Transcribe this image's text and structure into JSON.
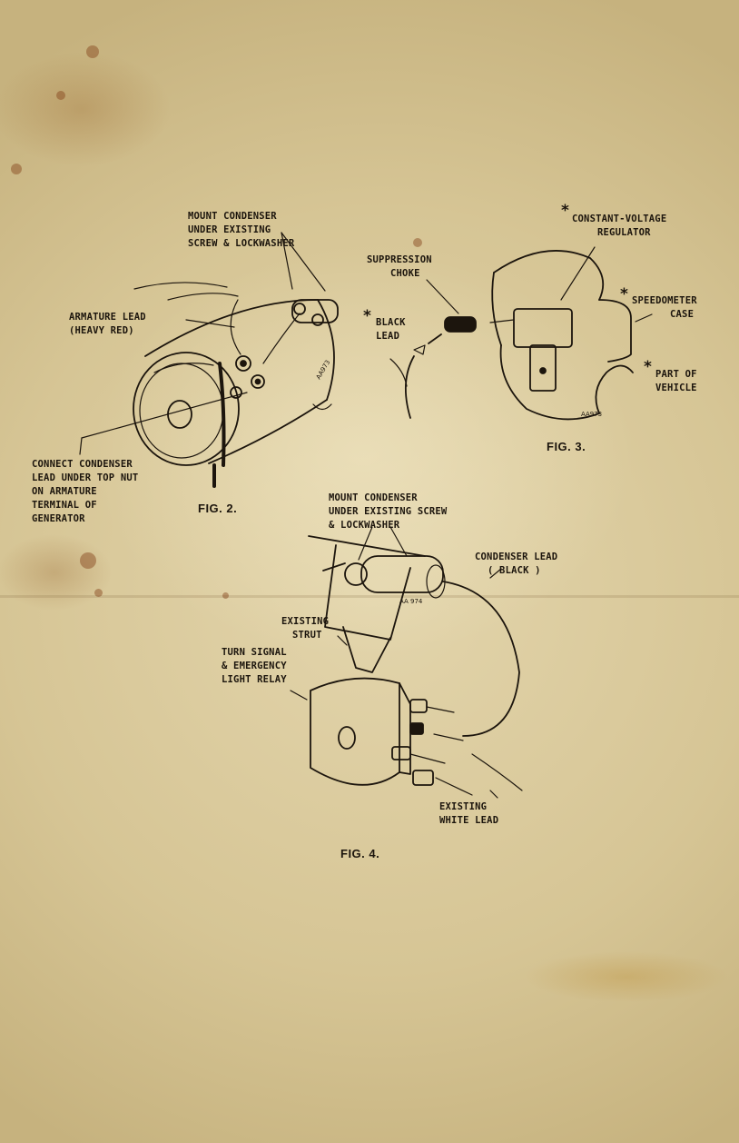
{
  "figures": [
    {
      "id": "fig2",
      "caption": "FIG. 2.",
      "labels": {
        "mount_condenser": [
          "MOUNT CONDENSER",
          "UNDER EXISTING",
          "SCREW & LOCKWASHER"
        ],
        "armature_lead": [
          "ARMATURE LEAD",
          "(HEAVY RED)"
        ],
        "connect_condenser": [
          "CONNECT CONDENSER",
          "LEAD UNDER TOP NUT",
          "ON ARMATURE",
          "TERMINAL OF",
          "GENERATOR"
        ]
      },
      "part_number": "AA973"
    },
    {
      "id": "fig3",
      "caption": "FIG. 3.",
      "labels": {
        "suppression_choke": [
          "SUPPRESSION",
          "CHOKE"
        ],
        "black_lead": [
          "BLACK",
          "LEAD"
        ],
        "constant_voltage_regulator": [
          "CONSTANT-VOLTAGE",
          "REGULATOR"
        ],
        "speedometer_case": [
          "SPEEDOMETER",
          "CASE"
        ],
        "part_of_vehicle": [
          "PART OF",
          "VEHICLE"
        ]
      },
      "asterisk": "*",
      "part_number": "AA973"
    },
    {
      "id": "fig4",
      "caption": "FIG. 4.",
      "labels": {
        "mount_condenser": [
          "MOUNT CONDENSER",
          "UNDER EXISTING SCREW",
          "& LOCKWASHER"
        ],
        "condenser_lead": [
          "CONDENSER LEAD",
          "( BLACK )"
        ],
        "existing_strut": [
          "EXISTING",
          "STRUT"
        ],
        "relay": [
          "TURN SIGNAL",
          "& EMERGENCY",
          "LIGHT RELAY"
        ],
        "existing_white_lead": [
          "EXISTING",
          "WHITE LEAD"
        ]
      },
      "part_number": "AA 974"
    }
  ],
  "colors": {
    "paper": "#d8c9a0",
    "ink": "#1c150d",
    "stain": "#82411a"
  }
}
